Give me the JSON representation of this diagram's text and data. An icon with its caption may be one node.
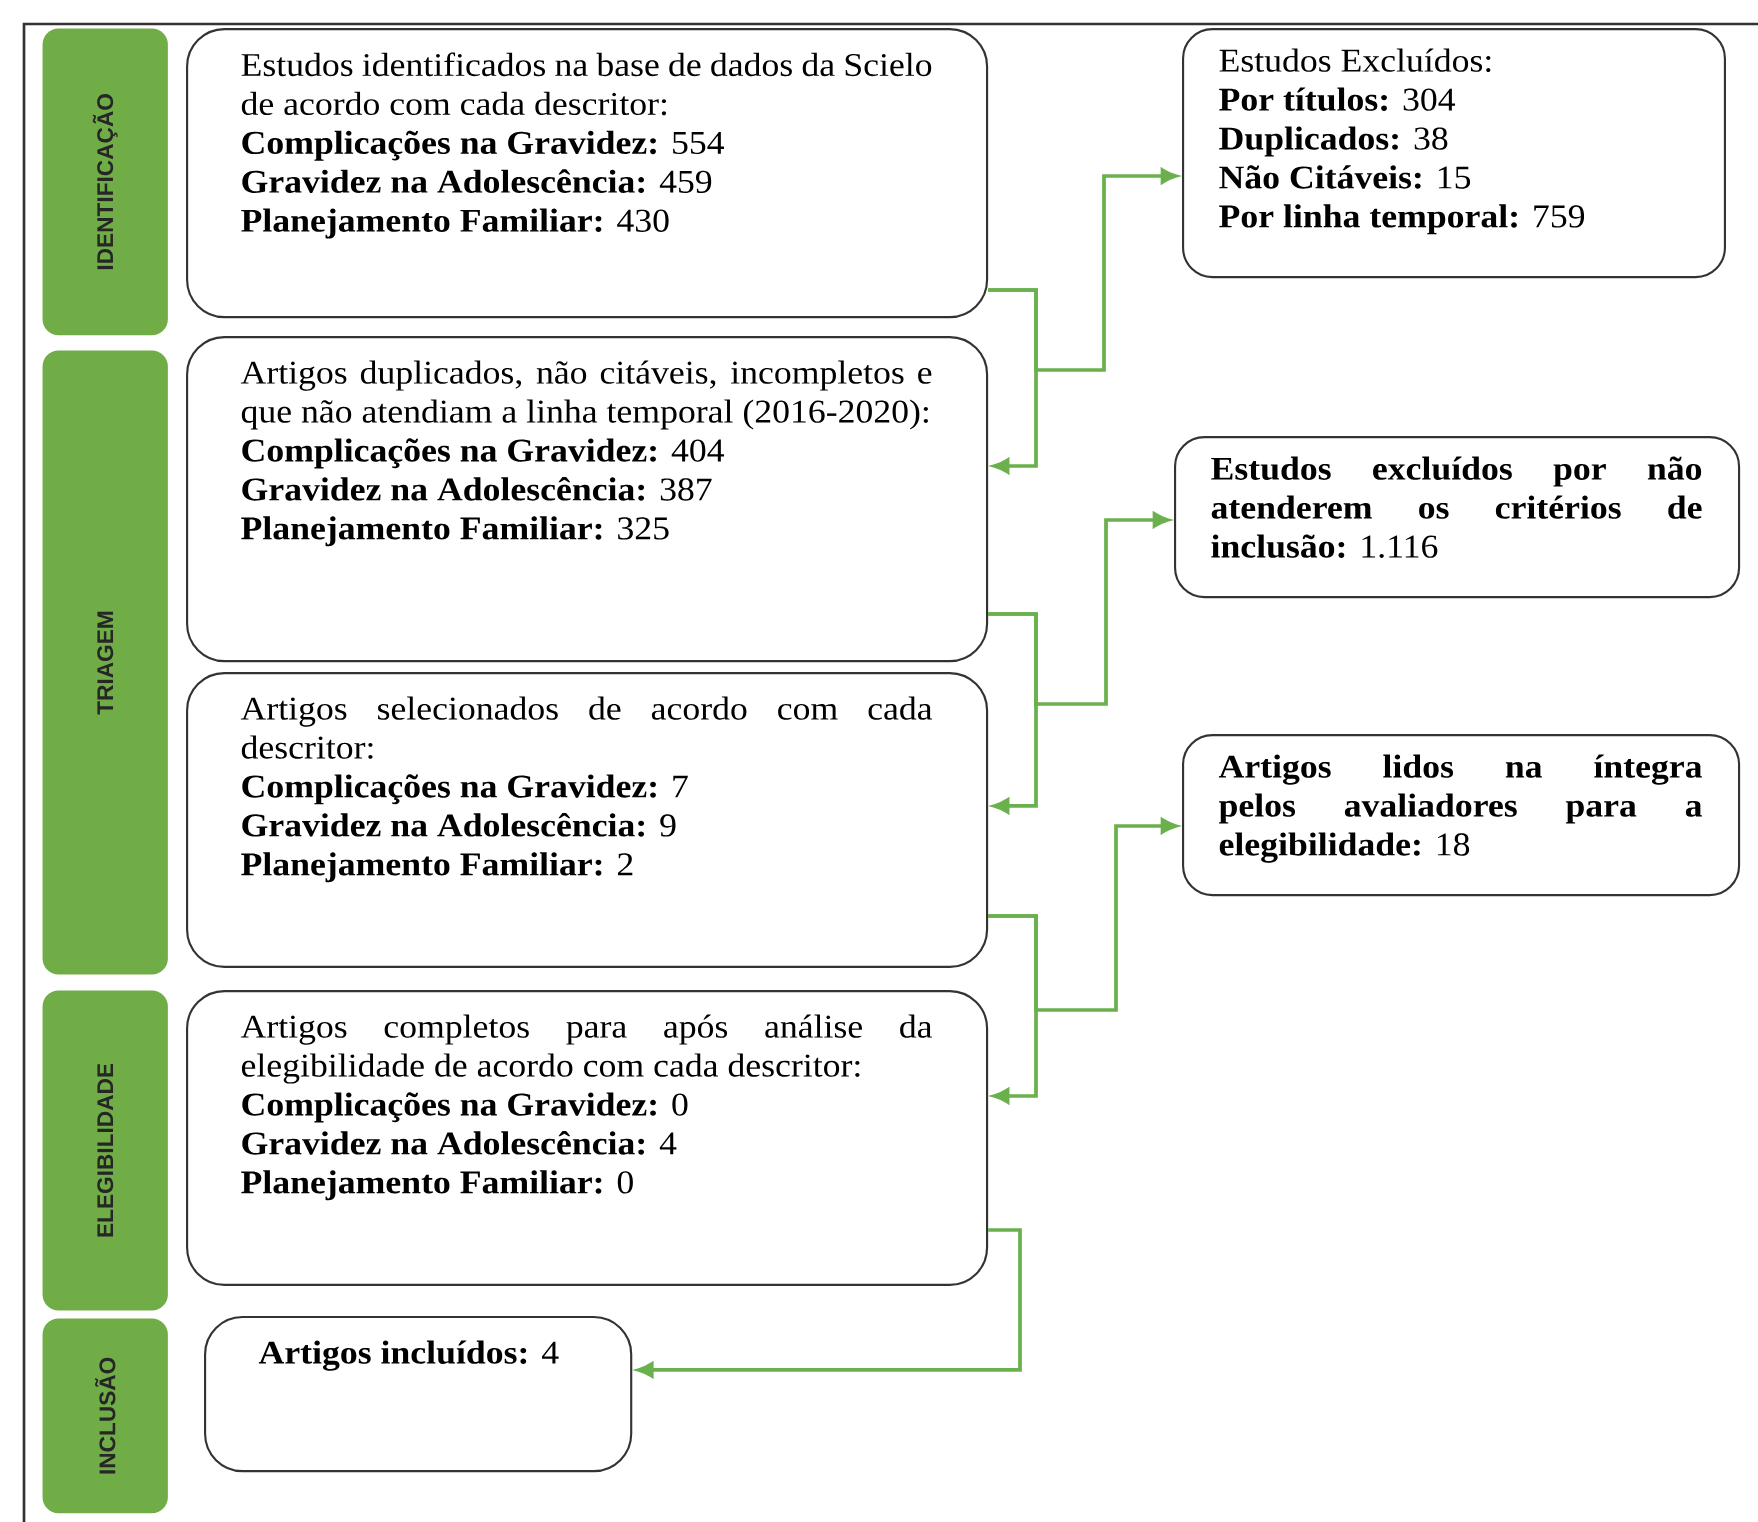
{
  "diagram": {
    "nodes": [
      {
        "text": [
          "IDENTIFICAÇÃO"
        ]
      },
      {
        "text": [
          "Estudos identificados na base de dados da Scielo de acordo com cada descritor:",
          "**Complicações na Gravidez:** 554",
          "**Gravidez na Adolescência:** 459",
          "**Planejamento Familiar:** 430"
        ]
      },
      {
        "text": [
          "Estudos Excluídos:",
          "**Por títulos:** 304",
          "**Duplicados:** 38",
          "**Não Citáveis:** 15",
          "**Por linha temporal:** 759"
        ]
      },
      {
        "text": [
          "TRIAGEM"
        ]
      },
      {
        "text": [
          "Artigos duplicados, não citáveis, incompletos e que não atendiam a linha temporal (2016-2020):",
          "**Complicações na Gravidez:** 404",
          "**Gravidez na Adolescência:** 387",
          "**Planejamento Familiar:** 325"
        ]
      },
      {
        "text": [
          "**Estudos excluídos por não atenderem os critérios de inclusão:** 1.116"
        ]
      },
      {
        "text": [
          "Artigos selecionados de acordo com cada descritor:",
          "**Complicações na Gravidez:** 7",
          "**Gravidez na Adolescência:** 9",
          "**Planejamento Familiar:** 2"
        ]
      },
      {
        "text": [
          "**Artigos lidos na íntegra pelos avaliadores para a elegibilidade:** 18"
        ]
      },
      {
        "text": [
          "ELEGIBILIDADE"
        ]
      },
      {
        "text": [
          "Artigos completos para após análise da elegibilidade de acordo com cada descritor:",
          "**Complicações na Gravidez:** 0",
          "**Gravidez na Adolescência:** 4",
          "**Planejamento Familiar:** 0"
        ]
      },
      {
        "text": [
          "INCLUSÃO"
        ]
      },
      {
        "text": [
          "**Artigos incluídos:** 4"
        ]
      }
    ],
    "edges": [
      {
        "from": 1,
        "to": 4,
        "arrow": "to"
      },
      {
        "from": 1,
        "to": 2,
        "arrow": "to"
      },
      {
        "from": 4,
        "to": 6,
        "arrow": "to"
      },
      {
        "from": 4,
        "to": 5,
        "arrow": "to"
      },
      {
        "from": 6,
        "to": 9,
        "arrow": "to"
      },
      {
        "from": 6,
        "to": 7,
        "arrow": "to"
      },
      {
        "from": 9,
        "to": 11,
        "arrow": "to"
      }
    ]
  }
}
